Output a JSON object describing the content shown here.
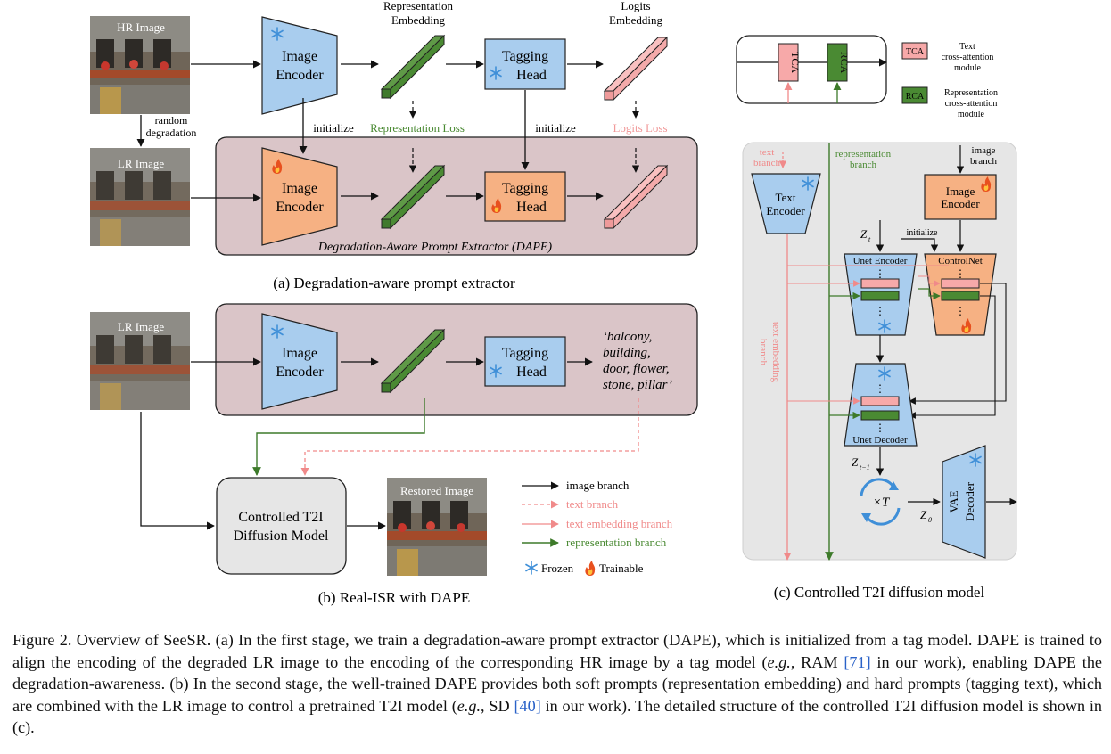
{
  "panel_a": {
    "hr_image_label": "HR Image",
    "lr_image_label": "LR Image",
    "degradation_label_1": "random",
    "degradation_label_2": "degradation",
    "encoder_l1": "Image",
    "encoder_l2": "Encoder",
    "head_l1": "Tagging",
    "head_l2": "Head",
    "rep_emb_l1": "Representation",
    "rep_emb_l2": "Embedding",
    "logit_emb_l1": "Logits",
    "logit_emb_l2": "Embedding",
    "initialize": "initialize",
    "rep_loss": "Representation Loss",
    "logits_loss": "Logits Loss",
    "dape_title": "Degradation-Aware Prompt Extractor (DAPE)",
    "caption": "(a) Degradation-aware prompt extractor"
  },
  "panel_b": {
    "lr_image_label": "LR Image",
    "encoder_l1": "Image",
    "encoder_l2": "Encoder",
    "head_l1": "Tagging",
    "head_l2": "Head",
    "tags": [
      "‘balcony,",
      "building,",
      "door, flower,",
      "stone, pillar’"
    ],
    "model_l1": "Controlled T2I",
    "model_l2": "Diffusion Model",
    "restored_label": "Restored Image",
    "caption": "(b) Real-ISR with DAPE",
    "legend": {
      "image_branch": "image branch",
      "text_branch": "text branch",
      "text_embedding_branch": "text embedding branch",
      "representation_branch": "representation branch",
      "frozen": "Frozen",
      "trainable": "Trainable"
    }
  },
  "panel_c": {
    "tca": "TCA",
    "rca": "RCA",
    "tca_desc": [
      "Text",
      "cross-attention",
      "module"
    ],
    "rca_desc": [
      "Representation",
      "cross-attention",
      "module"
    ],
    "text_branch": [
      "text",
      "branch"
    ],
    "rep_branch": [
      "representation",
      "branch"
    ],
    "image_branch": [
      "image",
      "branch"
    ],
    "text_encoder": [
      "Text",
      "Encoder"
    ],
    "image_encoder": [
      "Image",
      "Encoder"
    ],
    "zt": "Z",
    "zt_sub": "t",
    "initialize": "initialize",
    "unet_encoder": "Unet Encoder",
    "controlnet": "ControlNet",
    "unet_decoder": "Unet Decoder",
    "text_emb_branch": [
      "text embedding",
      "branch"
    ],
    "zt1": "Z",
    "zt1_sub": "t−1",
    "times_t": "×T",
    "z0": "Z",
    "z0_sub": "0",
    "vae": [
      "VAE",
      "Decoder"
    ],
    "caption": "(c) Controlled T2I diffusion model"
  },
  "caption": {
    "seg1": "Figure 2. Overview of SeeSR. (a) In the first stage, we train a degradation-aware prompt extractor (DAPE), which is initialized from a tag model. DAPE is trained to align the encoding of the degraded LR image to the encoding of the corresponding HR image by a tag model (",
    "eg1": "e.g.",
    "seg2": ", RAM ",
    "ref1": "[71]",
    "seg3": " in our work), enabling DAPE the degradation-awareness. (b) In the second stage, the well-trained DAPE provides both soft prompts (representation embedding) and hard prompts (tagging text), which are combined with the LR image to control a pretrained T2I model (",
    "eg2": "e.g.",
    "seg4": ", SD ",
    "ref2": "[40]",
    "seg5": " in our work). The detailed structure of the controlled T2I diffusion model is shown in (c)."
  },
  "colors": {
    "frozen_blue": "#a9cdee",
    "trainable_orange": "#f6b183",
    "dape_bg": "#dac5c8",
    "green_branch": "#4a8a33",
    "pink_branch": "#f19a9a",
    "panel_c_bg": "#e6e6e6"
  }
}
